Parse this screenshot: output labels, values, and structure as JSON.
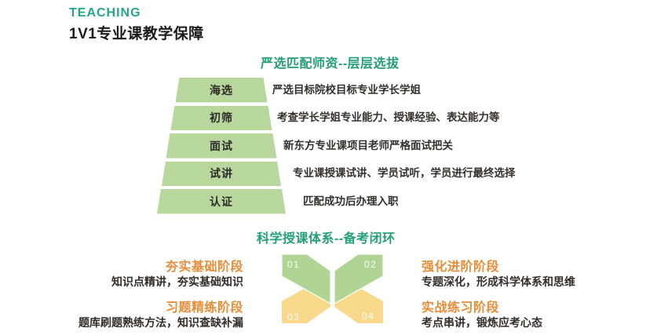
{
  "header": {
    "eyebrow": "TEACHING",
    "title": "1V1专业课教学保障"
  },
  "selection": {
    "heading": "严选匹配师资--层层选拔",
    "funnel": [
      {
        "label": "海选",
        "desc": "严选目标院校目标专业学长学姐"
      },
      {
        "label": "初筛",
        "desc": "考查学长学姐专业能力、授课经验、表达能力等"
      },
      {
        "label": "面试",
        "desc": "新东方专业课项目老师严格面试把关"
      },
      {
        "label": "试讲",
        "desc": "专业课授课试讲、学员试听，学员进行最终选择"
      },
      {
        "label": "认证",
        "desc": "匹配成功后办理入职"
      }
    ]
  },
  "system": {
    "heading": "科学授课体系--备考闭环",
    "stages": [
      {
        "num": "01",
        "title": "夯实基础阶段",
        "desc": "知识点精讲，夯实基础知识",
        "side": "left"
      },
      {
        "num": "02",
        "title": "强化进阶阶段",
        "desc": "专题深化，形成科学体系和思维",
        "side": "right"
      },
      {
        "num": "03",
        "title": "习题精练阶段",
        "desc": "题库刷题熟练方法，知识查缺补漏",
        "side": "left"
      },
      {
        "num": "04",
        "title": "实战练习阶段",
        "desc": "考点串讲，锻炼应考心态",
        "side": "right"
      }
    ]
  },
  "colors": {
    "eyebrow_teal": "#23a78c",
    "section_green": "#22a073",
    "funnel_fill": "#b7d79c",
    "wing_green": "#b0d494",
    "wing_yellow": "#f8d88a",
    "stage_orange": "#e88c35",
    "text_dark": "#332e2a"
  }
}
